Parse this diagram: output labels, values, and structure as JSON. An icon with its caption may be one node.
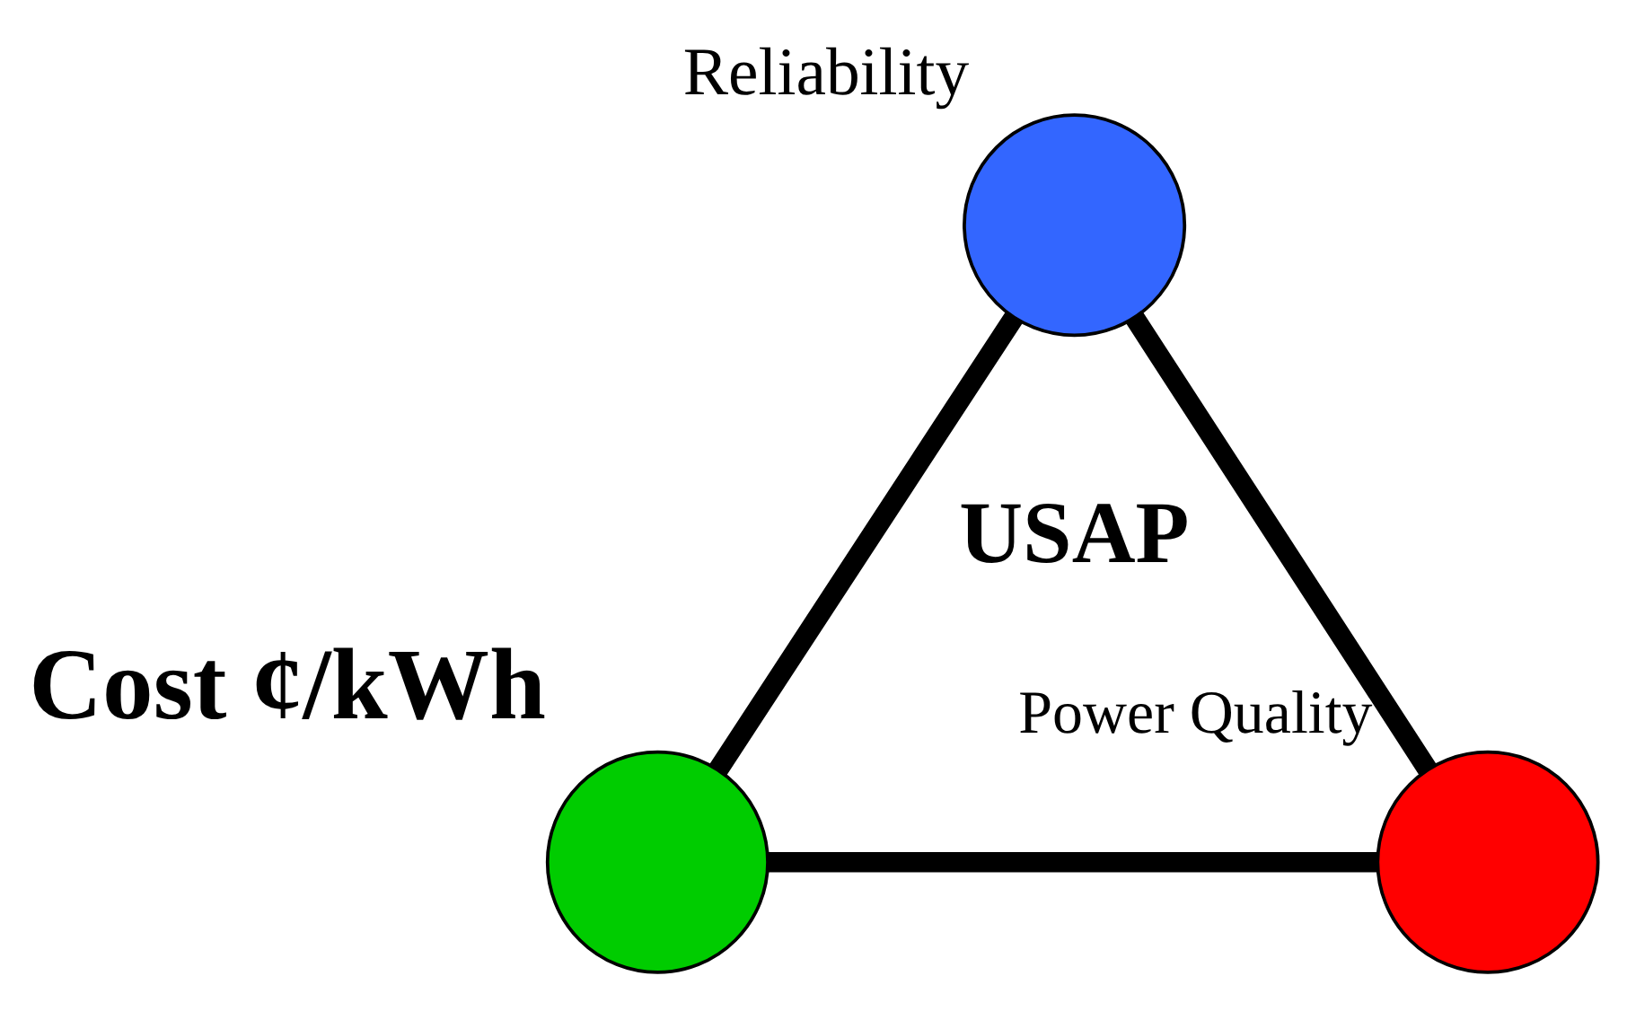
{
  "diagram": {
    "nodes": [
      {
        "text": [],
        "shape": "circle",
        "beside": [
          "Reliability"
        ]
      },
      {
        "text": [],
        "shape": "circle",
        "beside": [
          "Cost ¢/kWh"
        ]
      },
      {
        "text": [],
        "shape": "circle",
        "beside": [
          "Power Quality"
        ]
      }
    ],
    "edges": [
      {
        "from": 1,
        "to": 0,
        "arrow": "none"
      },
      {
        "from": 0,
        "to": 2,
        "arrow": "none"
      },
      {
        "from": 1,
        "to": 2,
        "arrow": "none"
      }
    ],
    "labels": [
      "USAP"
    ]
  }
}
